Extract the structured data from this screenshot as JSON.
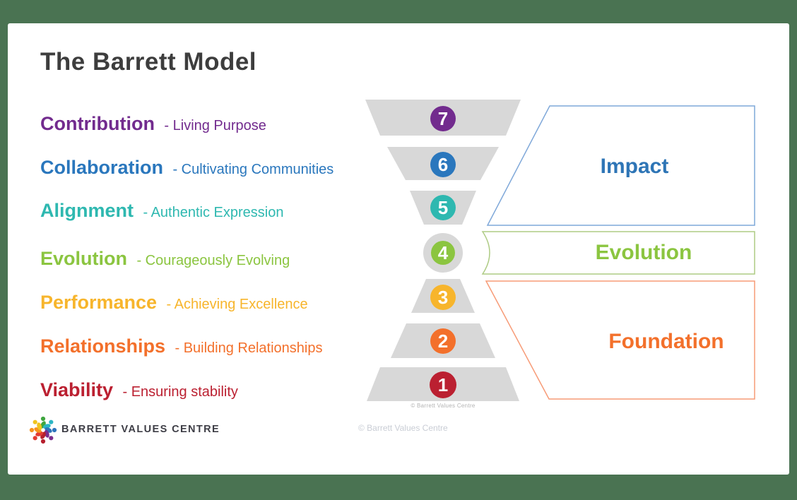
{
  "page": {
    "title": "The Barrett Model"
  },
  "colors": {
    "background": "#4A7352",
    "card": "#FFFFFF",
    "title_text": "#3D3D3D",
    "funnel_gray": "#D8D8D8",
    "impact_stroke": "#7FA8D9",
    "evolution_stroke": "#AECB84",
    "foundation_stroke": "#F79B77"
  },
  "levels": [
    {
      "number": "7",
      "keyword": "Contribution",
      "desc": "- Living Purpose",
      "color": "#722B8E"
    },
    {
      "number": "6",
      "keyword": "Collaboration",
      "desc": "- Cultivating Communities",
      "color": "#2A77BD"
    },
    {
      "number": "5",
      "keyword": "Alignment",
      "desc": "- Authentic Expression",
      "color": "#2EB8B0"
    },
    {
      "number": "4",
      "keyword": "Evolution",
      "desc": "- Courageously Evolving",
      "color": "#8BC540"
    },
    {
      "number": "3",
      "keyword": "Performance",
      "desc": "- Achieving Excellence",
      "color": "#F7B52C"
    },
    {
      "number": "2",
      "keyword": "Relationships",
      "desc": "- Building Relationships",
      "color": "#F3702B"
    },
    {
      "number": "1",
      "keyword": "Viability",
      "desc": "- Ensuring stability",
      "color": "#BB2031"
    }
  ],
  "stages": [
    {
      "label": "Impact",
      "color": "#2E75B6"
    },
    {
      "label": "Evolution",
      "color": "#8BC540"
    },
    {
      "label": "Foundation",
      "color": "#F3702B"
    }
  ],
  "funnel": {
    "copyright": "© Barrett Values Centre"
  },
  "footer": {
    "logo_text": "BARRETT VALUES CENTRE",
    "copyright": "© Barrett Values Centre",
    "logo_colors": [
      "#3FA63F",
      "#2BB6C4",
      "#2D74BC",
      "#7B2D8E",
      "#B6202E",
      "#E23B33",
      "#F7941E",
      "#F0C41E"
    ]
  }
}
